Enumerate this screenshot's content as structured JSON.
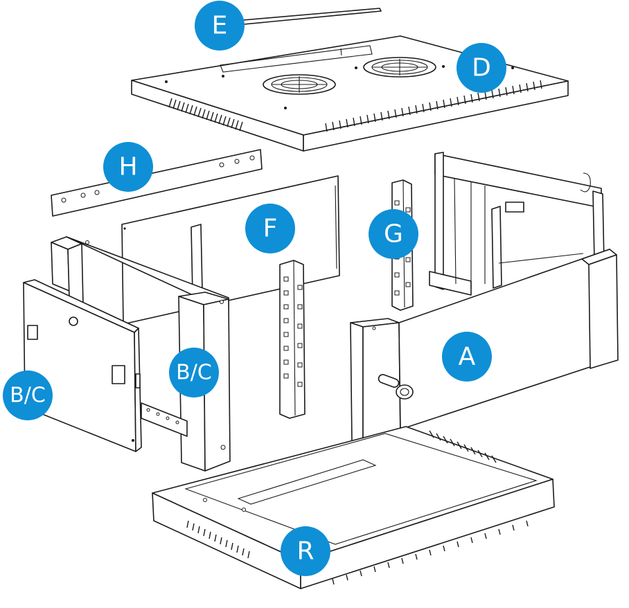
{
  "colors": {
    "callout": "#0f8fd6",
    "line": "#1a1a1a",
    "background": "#ffffff"
  },
  "labels": {
    "e": "E",
    "d": "D",
    "h": "H",
    "f": "F",
    "g": "G",
    "bc_left": "B/C",
    "bc_center": "B/C",
    "a": "A",
    "r": "R"
  }
}
